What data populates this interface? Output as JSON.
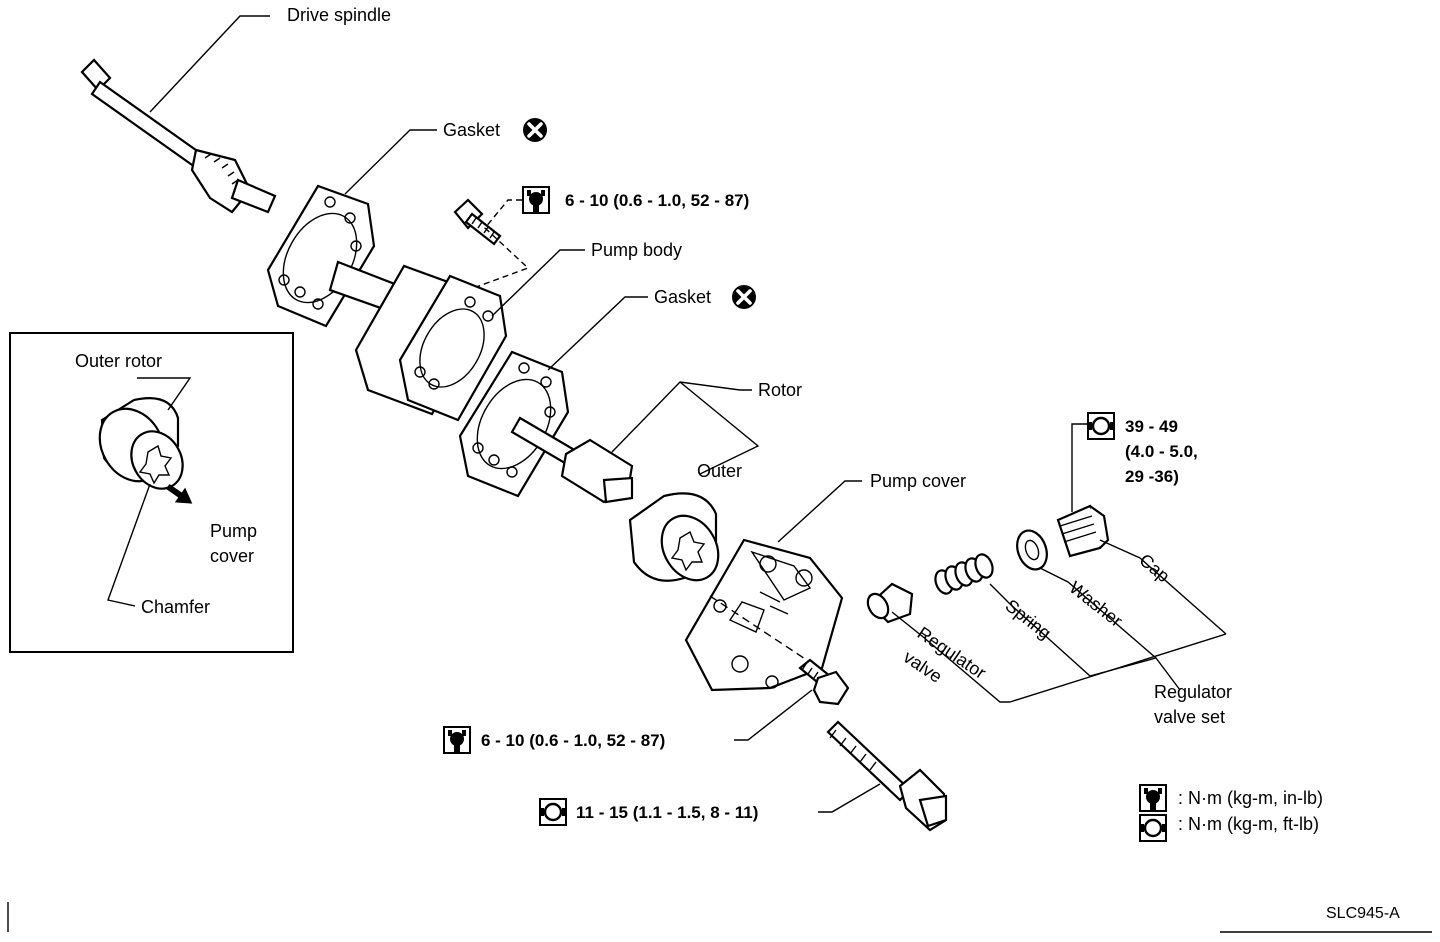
{
  "labels": {
    "drive_spindle": "Drive spindle",
    "gasket_upper": "Gasket",
    "pump_body": "Pump body",
    "gasket_lower": "Gasket",
    "rotor": "Rotor",
    "outer": "Outer",
    "pump_cover": "Pump cover",
    "regulator_valve_1": "Regulator",
    "regulator_valve_2": "valve",
    "spring": "Spring",
    "washer": "Washer",
    "cap": "Cap",
    "regulator_valve_set_1": "Regulator",
    "regulator_valve_set_2": "valve set"
  },
  "torque": {
    "upper_bolt": "6 - 10 (0.6 - 1.0, 52 - 87)",
    "cover_bolt_small": "6 - 10 (0.6 - 1.0, 52 - 87)",
    "cover_bolt_large": "11 - 15 (1.1 - 1.5, 8 - 11)",
    "cap_line1": "39 - 49",
    "cap_line2": "(4.0 - 5.0,",
    "cap_line3": "29 -36)"
  },
  "inset": {
    "outer_rotor": "Outer rotor",
    "pump_cover_1": "Pump",
    "pump_cover_2": "cover",
    "chamfer": "Chamfer"
  },
  "legend": {
    "in_lb": ": N·m (kg-m, in-lb)",
    "ft_lb": ": N·m (kg-m, ft-lb)"
  },
  "figure_code": "SLC945-A",
  "icons": {
    "do_not_reuse": "x-circle-icon",
    "torque_in_lb": "torque-wrench-icon",
    "torque_ft_lb": "torque-socket-icon"
  }
}
